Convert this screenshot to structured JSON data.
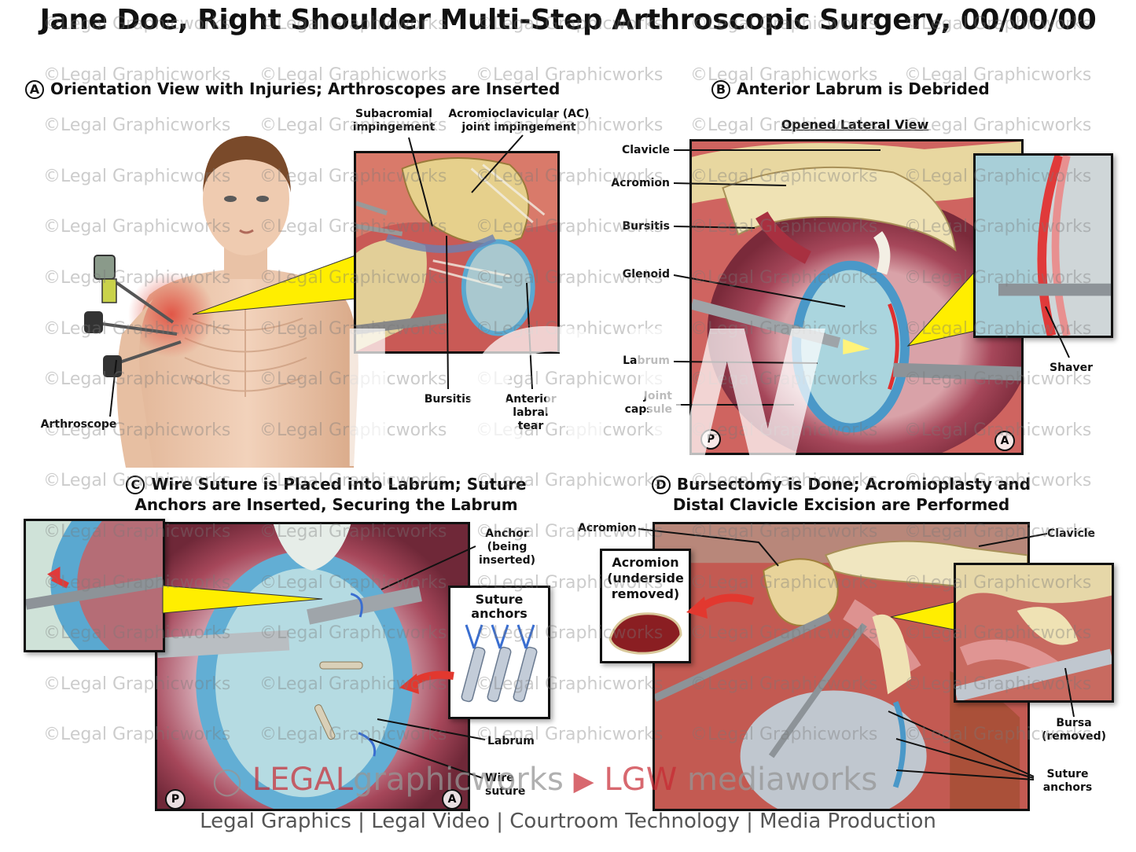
{
  "title": "Jane Doe, Right Shoulder Multi-Step Arthroscopic Surgery, 00/00/00",
  "panels": {
    "a": {
      "badge": "A",
      "title": "Orientation View with Injuries; Arthroscopes are Inserted",
      "labels": {
        "subacromial": "Subacromial impingement",
        "ac_joint": "Acromioclavicular (AC) joint impingement",
        "bursitis": "Bursitis",
        "labral_tear": "Anterior labral tear",
        "arthroscope": "Arthroscope"
      }
    },
    "b": {
      "badge": "B",
      "title": "Anterior Labrum is Debrided",
      "subtitle": "Opened Lateral View",
      "labels": {
        "clavicle": "Clavicle",
        "acromion": "Acromion",
        "bursitis": "Bursitis",
        "glenoid": "Glenoid",
        "labrum": "Labrum",
        "joint_capsule": "Joint capsule",
        "shaver": "Shaver"
      },
      "orient_p": "P",
      "orient_a": "A"
    },
    "c": {
      "badge": "C",
      "title_line1": "Wire Suture is Placed into Labrum; Suture",
      "title_line2": "Anchors are Inserted, Securing the Labrum",
      "labels": {
        "anchor": "Anchor (being inserted)",
        "suture_anchors": "Suture anchors",
        "labrum": "Labrum",
        "wire_suture": "Wire suture"
      },
      "orient_p": "P",
      "orient_a": "A"
    },
    "d": {
      "badge": "D",
      "title_line1": "Bursectomy is Done; Acromioplasty and",
      "title_line2": "Distal Clavicle Excision are Performed",
      "labels": {
        "acromion": "Acromion",
        "acromion_removed": "Acromion (underside removed)",
        "clavicle": "Clavicle",
        "bursa_removed": "Bursa (removed)",
        "suture_anchors": "Suture anchors"
      }
    }
  },
  "watermark": "©Legal Graphicworks",
  "center_mark": "LGW",
  "brand": {
    "legal": "LEGAL",
    "graphicworks": "graphicworks",
    "lgw": "LGW",
    "mediaworks": "mediaworks"
  },
  "footer": "Legal Graphics | Legal Video | Courtroom Technology | Media Production",
  "colors": {
    "tissue_red": "#c8484a",
    "labrum_blue": "#5aa8d0",
    "glenoid": "#a8d4de",
    "bone": "#e8d49a",
    "callout_yellow": "#ffee00",
    "accent_red": "#e2382f"
  }
}
